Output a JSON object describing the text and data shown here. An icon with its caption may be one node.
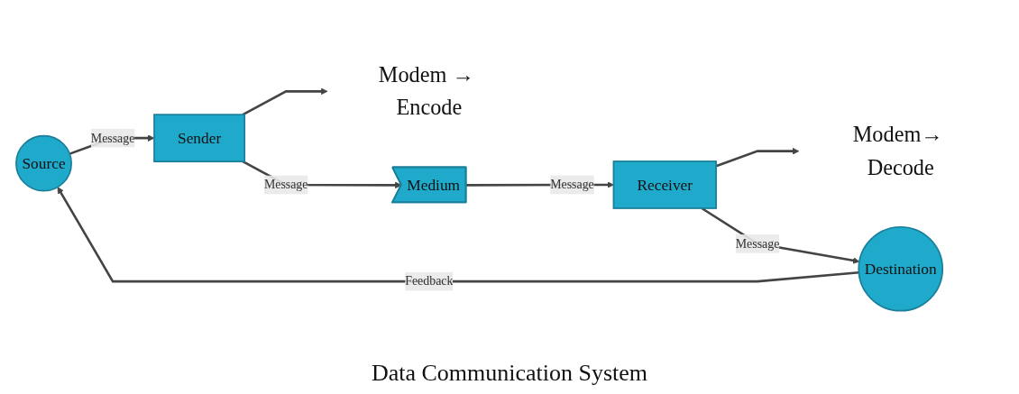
{
  "diagram": {
    "caption": "Data Communication System",
    "nodes": [
      {
        "text": [
          "Source"
        ]
      },
      {
        "text": [
          "Sender"
        ]
      },
      {
        "text": [
          "Modem → Encode"
        ]
      },
      {
        "text": [
          "Medium"
        ]
      },
      {
        "text": [
          "Receiver"
        ]
      },
      {
        "text": [
          "Modem→ Decode"
        ]
      },
      {
        "text": [
          "Destination"
        ]
      }
    ],
    "edges": [
      {
        "from": 0,
        "to": 1,
        "arrow": "to",
        "label": "Message"
      },
      {
        "from": 1,
        "to": 2,
        "arrow": "to"
      },
      {
        "from": 1,
        "to": 3,
        "arrow": "to",
        "label": "Message"
      },
      {
        "from": 3,
        "to": 4,
        "arrow": "to",
        "label": "Message"
      },
      {
        "from": 4,
        "to": 5,
        "arrow": "to"
      },
      {
        "from": 4,
        "to": 6,
        "arrow": "to",
        "label": "Message"
      },
      {
        "from": 6,
        "to": 0,
        "arrow": "to",
        "label": "Feedback"
      }
    ]
  }
}
